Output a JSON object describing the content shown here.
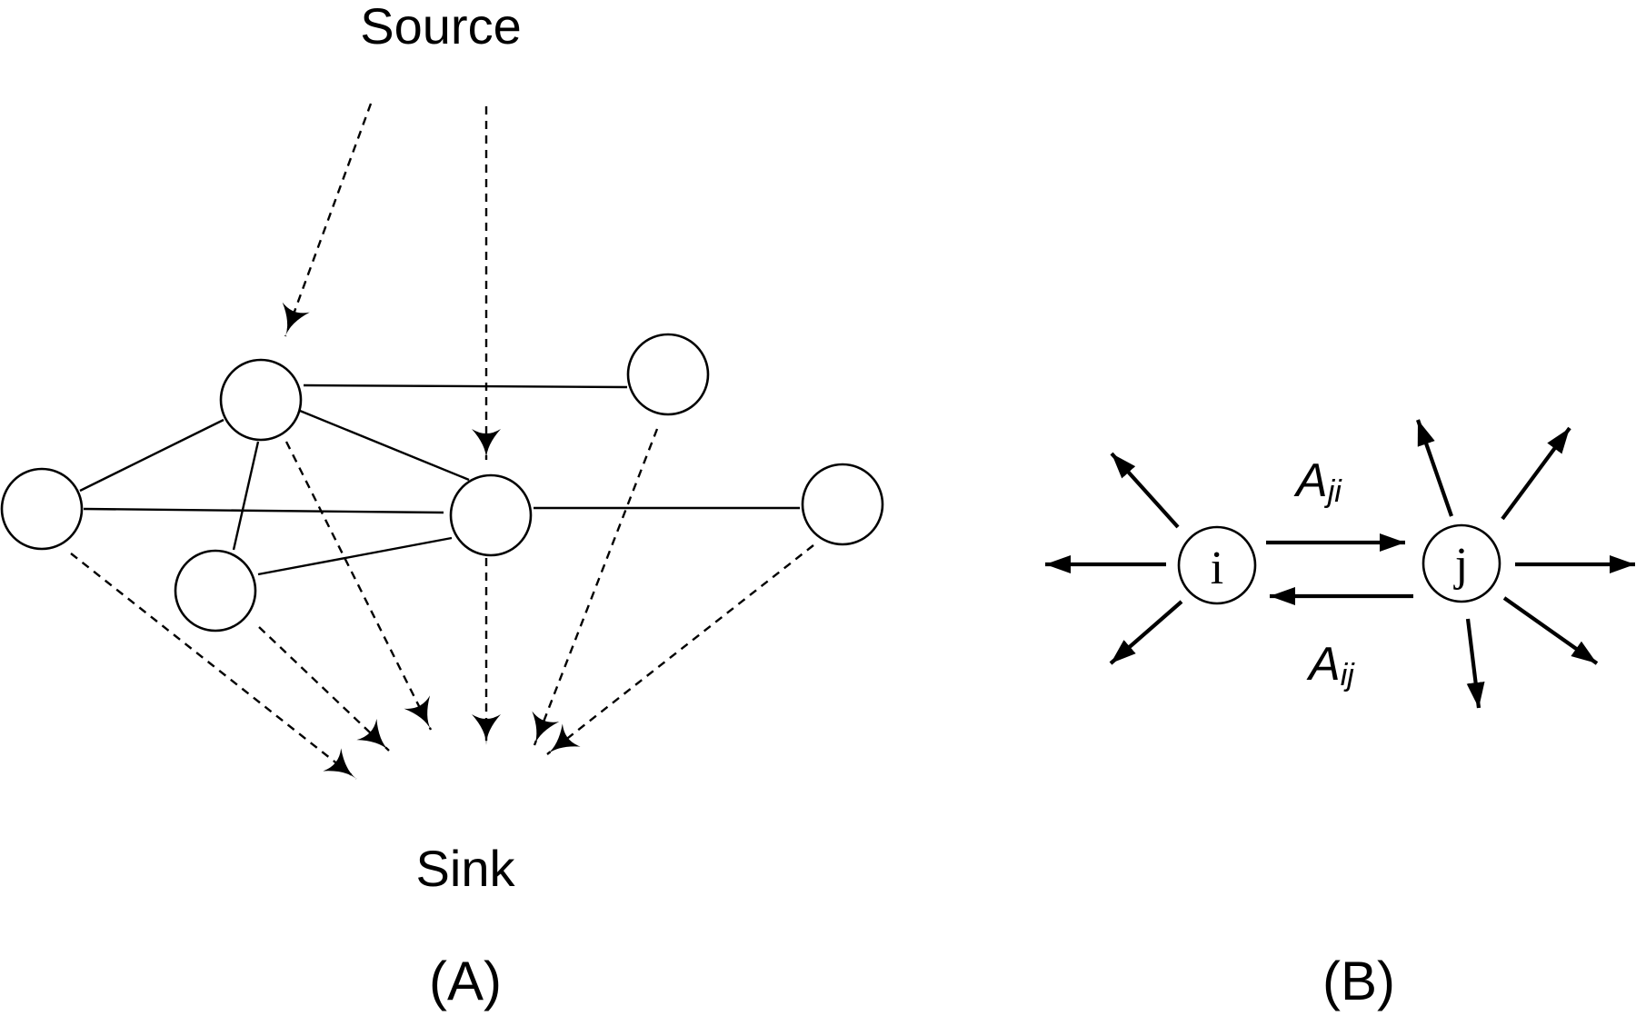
{
  "panel_a": {
    "source_label": "Source",
    "sink_label": "Sink",
    "panel_label": "(A)"
  },
  "panel_b": {
    "node_i_label": "i",
    "node_j_label": "j",
    "edge_ji_label": {
      "base": "A",
      "sub": "ji"
    },
    "edge_ij_label": {
      "base": "A",
      "sub": "ij"
    },
    "panel_label": "(B)"
  }
}
